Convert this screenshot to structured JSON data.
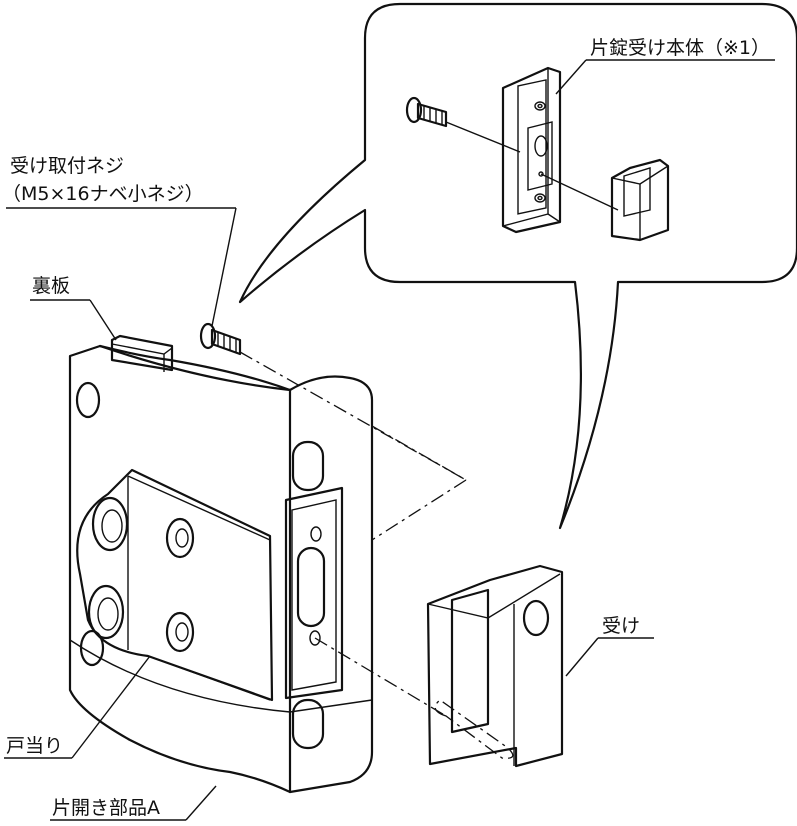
{
  "labels": {
    "main_body": "片錠受け本体（※1）",
    "screw_line1": "受け取付ネジ",
    "screw_line2": "（M5×16ナベ小ネジ）",
    "back_plate": "裏板",
    "strike": "受け",
    "door_stop": "戸当り",
    "part_a": "片開き部品A"
  },
  "colors": {
    "line": "#111111",
    "part_fill": "#c8c8c8",
    "paper": "#ffffff"
  },
  "icons": [
    "screw-icon",
    "strike-block-icon",
    "callout-bubble"
  ]
}
